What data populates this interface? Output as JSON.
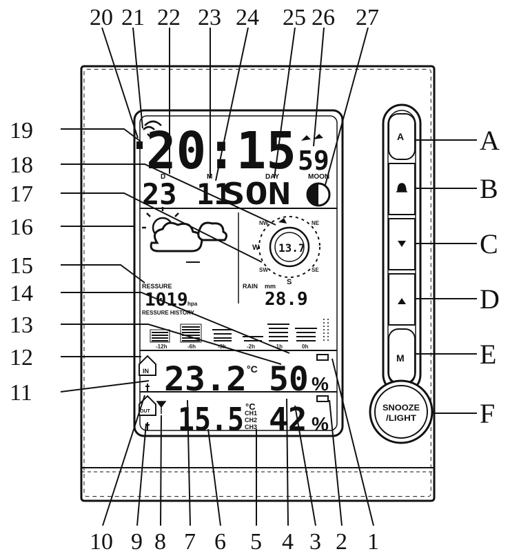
{
  "callouts_top": [
    "20",
    "21",
    "22",
    "23",
    "24",
    "25",
    "26",
    "27"
  ],
  "callouts_left": [
    "19",
    "18",
    "17",
    "16",
    "15",
    "14",
    "13",
    "12",
    "11"
  ],
  "callouts_bottom": [
    "10",
    "9",
    "8",
    "7",
    "6",
    "5",
    "4",
    "3",
    "2",
    "1"
  ],
  "callouts_right": [
    "A",
    "B",
    "C",
    "D",
    "E",
    "F"
  ],
  "lcd": {
    "time": "20:15",
    "seconds": "59",
    "day_label": "DAY",
    "d_label": "D",
    "m_label": "M",
    "date_day": "23",
    "date_month": "11",
    "weekday": "SON",
    "moon_label": "MOON",
    "compass_nw": "NW",
    "compass_ne": "NE",
    "compass_w": "W",
    "compass_sw": "SW",
    "compass_se": "SE",
    "compass_s": "S",
    "wind_speed": "13.7",
    "pressure_label": "RESSURE",
    "pressure_value": "1019",
    "pressure_unit": "hpa",
    "pressure_history_label": "RESSURE HISTORY",
    "history_ticks": [
      "-12h",
      "-6h",
      "-3h",
      "-2h",
      "-1h",
      "0h"
    ],
    "rain_label": "RAIN",
    "rain_unit": "mm",
    "rain_value": "28.9",
    "indoor_label": "IN",
    "indoor_temp": "23.2",
    "temp_unit": "°C",
    "indoor_humidity": "50",
    "humidity_unit": "%",
    "outdoor_label": "OUT",
    "outdoor_temp": "15.5",
    "outdoor_humidity": "42",
    "channels": [
      "CH1",
      "CH2",
      "CH3"
    ]
  },
  "buttons": {
    "a_label": "A",
    "e_label": "M",
    "snooze_line1": "SNOOZE",
    "snooze_line2": "/LIGHT"
  }
}
